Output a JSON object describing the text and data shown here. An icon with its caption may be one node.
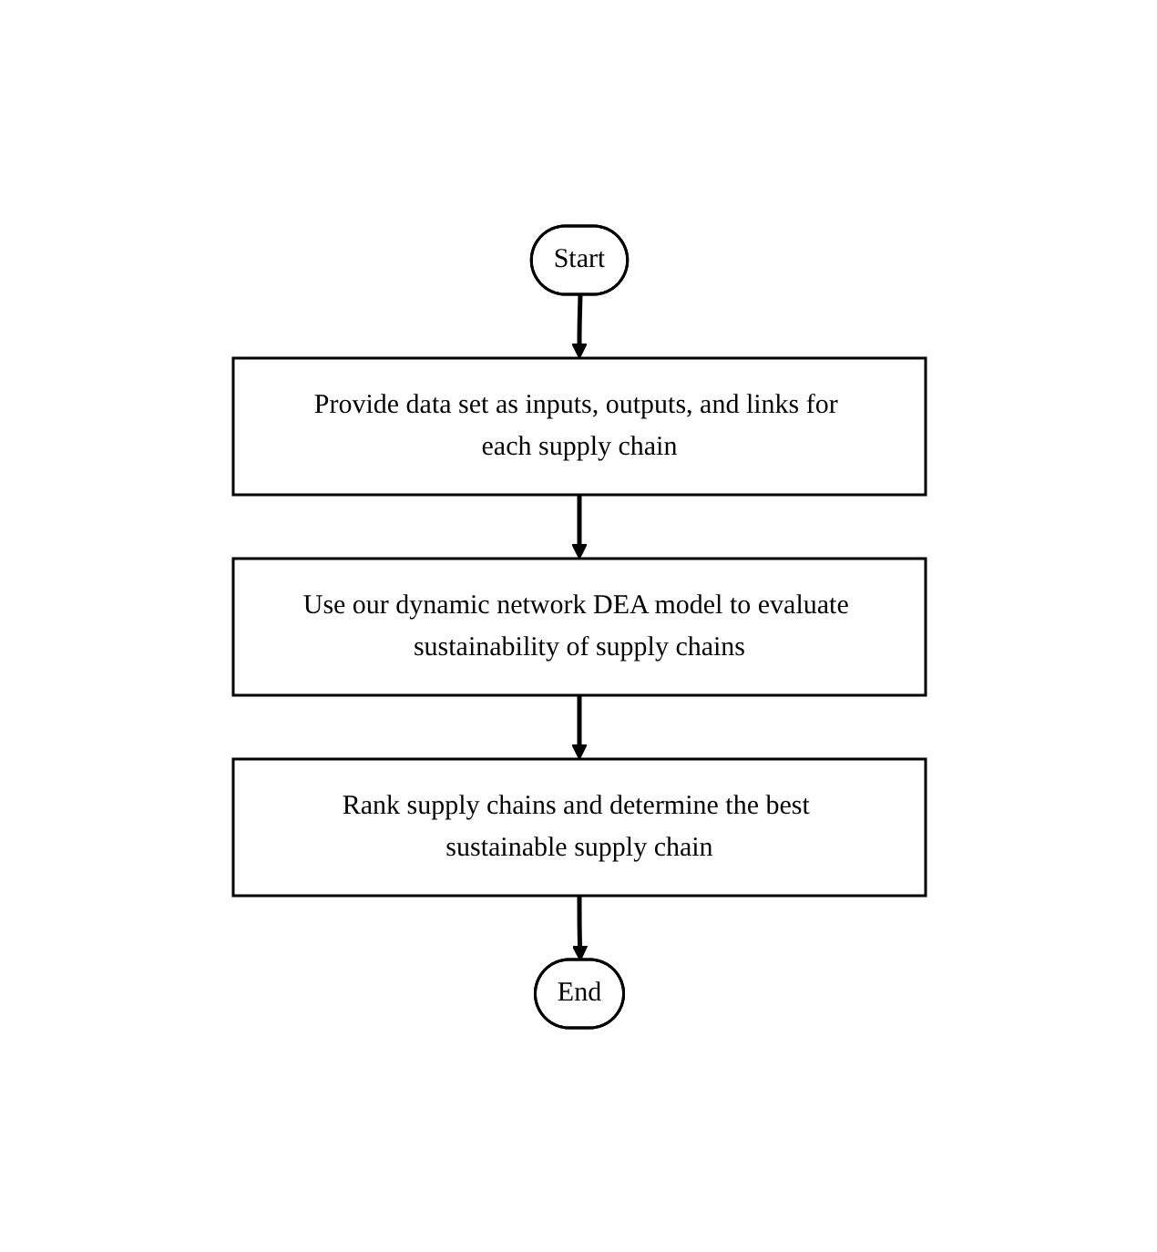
{
  "diagram": {
    "nodes": [
      {
        "text": [
          "Start"
        ]
      },
      {
        "text": [
          "Provide data set as inputs, outputs, and links for each supply chain"
        ]
      },
      {
        "text": [
          "Use our dynamic network DEA model to evaluate sustainability of supply chains"
        ]
      },
      {
        "text": [
          "Rank supply chains and determine the best sustainable supply chain"
        ]
      },
      {
        "text": [
          "End"
        ]
      }
    ],
    "edges": [
      {
        "from": 0,
        "to": 1,
        "arrow": "to"
      },
      {
        "from": 1,
        "to": 2,
        "arrow": "to"
      },
      {
        "from": 2,
        "to": 3,
        "arrow": "to"
      },
      {
        "from": 3,
        "to": 4,
        "arrow": "to"
      }
    ]
  }
}
